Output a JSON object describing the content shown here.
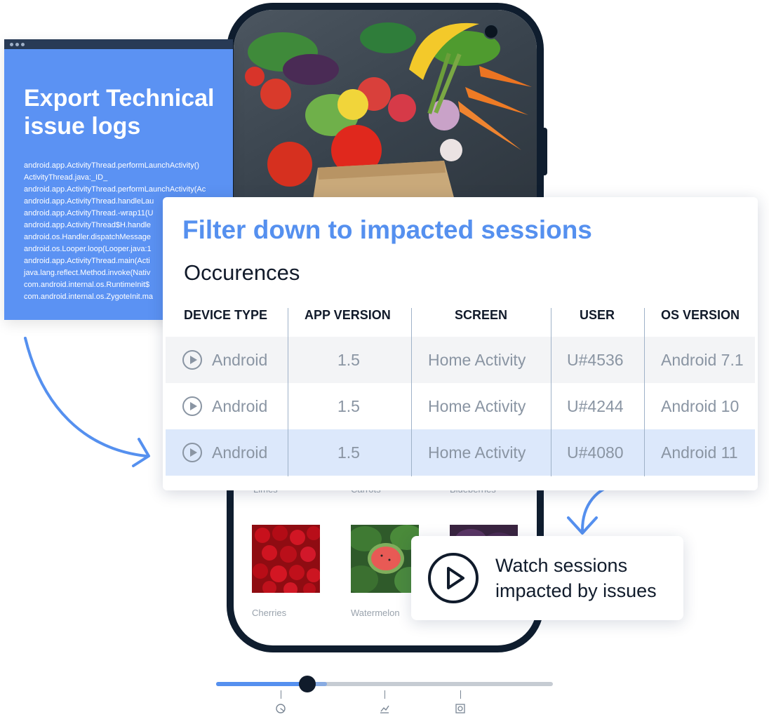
{
  "tech_panel": {
    "title": "Export Technical issue logs",
    "log_lines": [
      "android.app.ActivityThread.performLaunchActivity()",
      "ActivityThread.java:_ID_",
      "android.app.ActivityThread.performLaunchActivity(Ac",
      "android.app.ActivityThread.handleLau",
      "android.app.ActivityThread.-wrap11(U",
      "android.app.ActivityThread$H.handle",
      "android.os.Handler.dispatchMessage",
      "android.os.Looper.loop(Looper.java:1",
      "android.app.ActivityThread.main(Acti",
      "java.lang.reflect.Method.invoke(Nativ",
      "com.android.internal.os.RuntimeInit$",
      "com.android.internal.os.ZygoteInit.ma"
    ]
  },
  "occurrences": {
    "title": "Filter down to impacted sessions",
    "subtitle": "Occurences",
    "columns": [
      "DEVICE TYPE",
      "APP VERSION",
      "SCREEN",
      "USER",
      "OS VERSION"
    ],
    "rows": [
      {
        "device": "Android",
        "app_version": "1.5",
        "screen": "Home Activity",
        "user": "U#4536",
        "os": "Android 7.1"
      },
      {
        "device": "Android",
        "app_version": "1.5",
        "screen": "Home Activity",
        "user": "U#4244",
        "os": "Android 10"
      },
      {
        "device": "Android",
        "app_version": "1.5",
        "screen": "Home Activity",
        "user": "U#4080",
        "os": "Android 11"
      }
    ]
  },
  "watch": {
    "text": "Watch sessions impacted by issues"
  },
  "grocery": {
    "top_labels": [
      "Limes",
      "Carrots",
      "Blueberries"
    ],
    "items": [
      "Cherries",
      "Watermelon"
    ]
  },
  "player": {
    "progress": 0.27,
    "buffered": 0.33,
    "icons": [
      "speed-icon",
      "chart-icon",
      "inspect-icon"
    ]
  },
  "colors": {
    "accent": "#5590ef",
    "panel_blue": "#5b92f3",
    "dark": "#101b2b",
    "highlight_row": "#dce8fb",
    "stripe_row": "#f3f4f6"
  }
}
